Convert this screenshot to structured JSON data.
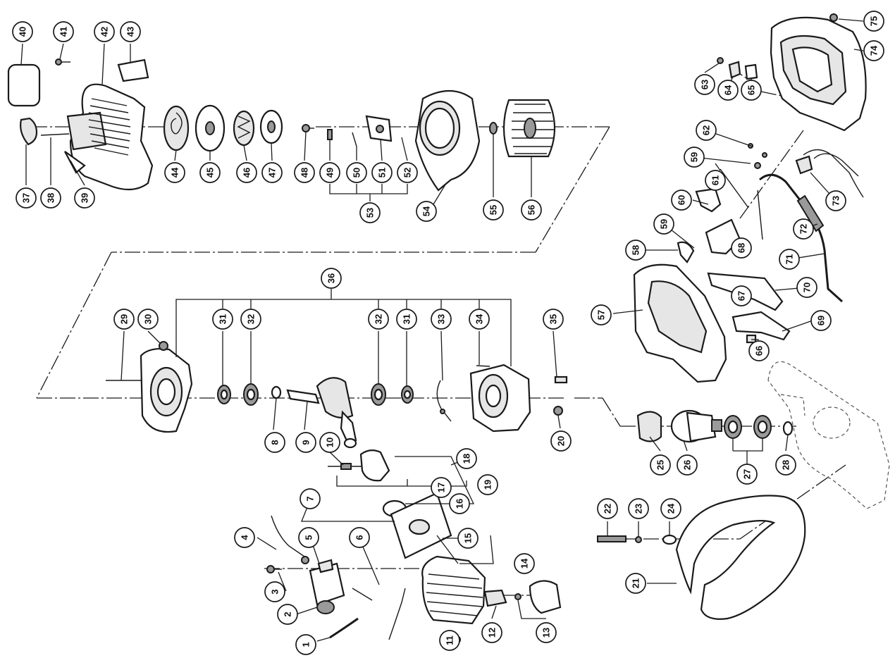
{
  "callouts": [
    {
      "id": "1",
      "label": "1"
    },
    {
      "id": "2",
      "label": "2"
    },
    {
      "id": "3",
      "label": "3"
    },
    {
      "id": "4",
      "label": "4"
    },
    {
      "id": "5",
      "label": "5"
    },
    {
      "id": "6",
      "label": "6"
    },
    {
      "id": "7",
      "label": "7"
    },
    {
      "id": "8",
      "label": "8"
    },
    {
      "id": "9",
      "label": "9"
    },
    {
      "id": "10",
      "label": "10"
    },
    {
      "id": "11",
      "label": "11"
    },
    {
      "id": "12",
      "label": "12"
    },
    {
      "id": "13",
      "label": "13"
    },
    {
      "id": "14",
      "label": "14"
    },
    {
      "id": "15",
      "label": "15"
    },
    {
      "id": "16",
      "label": "16"
    },
    {
      "id": "17",
      "label": "17"
    },
    {
      "id": "18",
      "label": "18"
    },
    {
      "id": "19",
      "label": "19"
    },
    {
      "id": "20",
      "label": "20"
    },
    {
      "id": "21",
      "label": "21"
    },
    {
      "id": "22",
      "label": "22"
    },
    {
      "id": "23",
      "label": "23"
    },
    {
      "id": "24",
      "label": "24"
    },
    {
      "id": "25",
      "label": "25"
    },
    {
      "id": "26",
      "label": "26"
    },
    {
      "id": "27",
      "label": "27"
    },
    {
      "id": "28",
      "label": "28"
    },
    {
      "id": "29",
      "label": "29"
    },
    {
      "id": "30",
      "label": "30"
    },
    {
      "id": "31a",
      "label": "31"
    },
    {
      "id": "32a",
      "label": "32"
    },
    {
      "id": "32b",
      "label": "32"
    },
    {
      "id": "31b",
      "label": "31"
    },
    {
      "id": "33",
      "label": "33"
    },
    {
      "id": "34",
      "label": "34"
    },
    {
      "id": "35",
      "label": "35"
    },
    {
      "id": "36",
      "label": "36"
    },
    {
      "id": "37",
      "label": "37"
    },
    {
      "id": "38",
      "label": "38"
    },
    {
      "id": "39",
      "label": "39"
    },
    {
      "id": "40",
      "label": "40"
    },
    {
      "id": "41",
      "label": "41"
    },
    {
      "id": "42",
      "label": "42"
    },
    {
      "id": "43",
      "label": "43"
    },
    {
      "id": "44",
      "label": "44"
    },
    {
      "id": "45",
      "label": "45"
    },
    {
      "id": "46",
      "label": "46"
    },
    {
      "id": "47",
      "label": "47"
    },
    {
      "id": "48",
      "label": "48"
    },
    {
      "id": "49",
      "label": "49"
    },
    {
      "id": "50",
      "label": "50"
    },
    {
      "id": "51",
      "label": "51"
    },
    {
      "id": "52",
      "label": "52"
    },
    {
      "id": "53",
      "label": "53"
    },
    {
      "id": "54",
      "label": "54"
    },
    {
      "id": "55",
      "label": "55"
    },
    {
      "id": "56",
      "label": "56"
    },
    {
      "id": "57",
      "label": "57"
    },
    {
      "id": "58",
      "label": "58"
    },
    {
      "id": "59a",
      "label": "59"
    },
    {
      "id": "59b",
      "label": "59"
    },
    {
      "id": "60",
      "label": "60"
    },
    {
      "id": "61",
      "label": "61"
    },
    {
      "id": "62",
      "label": "62"
    },
    {
      "id": "63",
      "label": "63"
    },
    {
      "id": "64",
      "label": "64"
    },
    {
      "id": "65",
      "label": "65"
    },
    {
      "id": "66",
      "label": "66"
    },
    {
      "id": "67",
      "label": "67"
    },
    {
      "id": "68",
      "label": "68"
    },
    {
      "id": "69",
      "label": "69"
    },
    {
      "id": "70",
      "label": "70"
    },
    {
      "id": "71",
      "label": "71"
    },
    {
      "id": "72",
      "label": "72"
    },
    {
      "id": "73",
      "label": "73"
    },
    {
      "id": "74",
      "label": "74"
    },
    {
      "id": "75",
      "label": "75"
    }
  ]
}
